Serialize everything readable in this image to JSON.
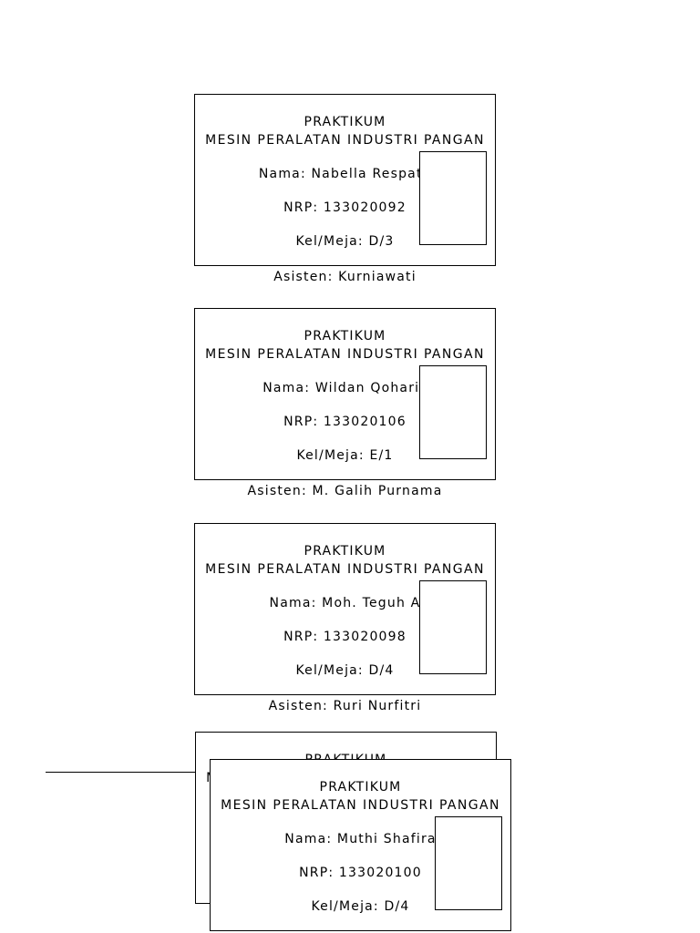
{
  "colors": {
    "page_background": "#ffffff",
    "border": "#000000",
    "text": "#000000"
  },
  "cards": [
    {
      "title": "PRAKTIKUM",
      "subtitle": "MESIN PERALATAN INDUSTRI PANGAN",
      "nama": "Nama: Nabella Respaty",
      "nrp": "NRP: 133020092",
      "kel_meja": "Kel/Meja: D/3",
      "asisten": "Asisten: Kurniawati"
    },
    {
      "title": "PRAKTIKUM",
      "subtitle": "MESIN PERALATAN INDUSTRI PANGAN",
      "nama": "Nama: Wildan Qoharis",
      "nrp": "NRP: 133020106",
      "kel_meja": "Kel/Meja: E/1",
      "asisten": "Asisten: M. Galih Purnama"
    },
    {
      "title": "PRAKTIKUM",
      "subtitle": "MESIN PERALATAN INDUSTRI PANGAN",
      "nama": "Nama: Moh. Teguh A",
      "nrp": "NRP: 133020098",
      "kel_meja": "Kel/Meja: D/4",
      "asisten": "Asisten: Ruri Nurfitri"
    },
    {
      "title": "PRAKTIKUM",
      "subtitle": "MESIN PERALATAN INDUSTRI PANGAN"
    },
    {
      "title": "PRAKTIKUM",
      "subtitle": "MESIN PERALATAN INDUSTRI PANGAN",
      "nama": "Nama: Muthi Shafira",
      "nrp": "NRP: 133020100",
      "kel_meja": "Kel/Meja: D/4"
    }
  ]
}
